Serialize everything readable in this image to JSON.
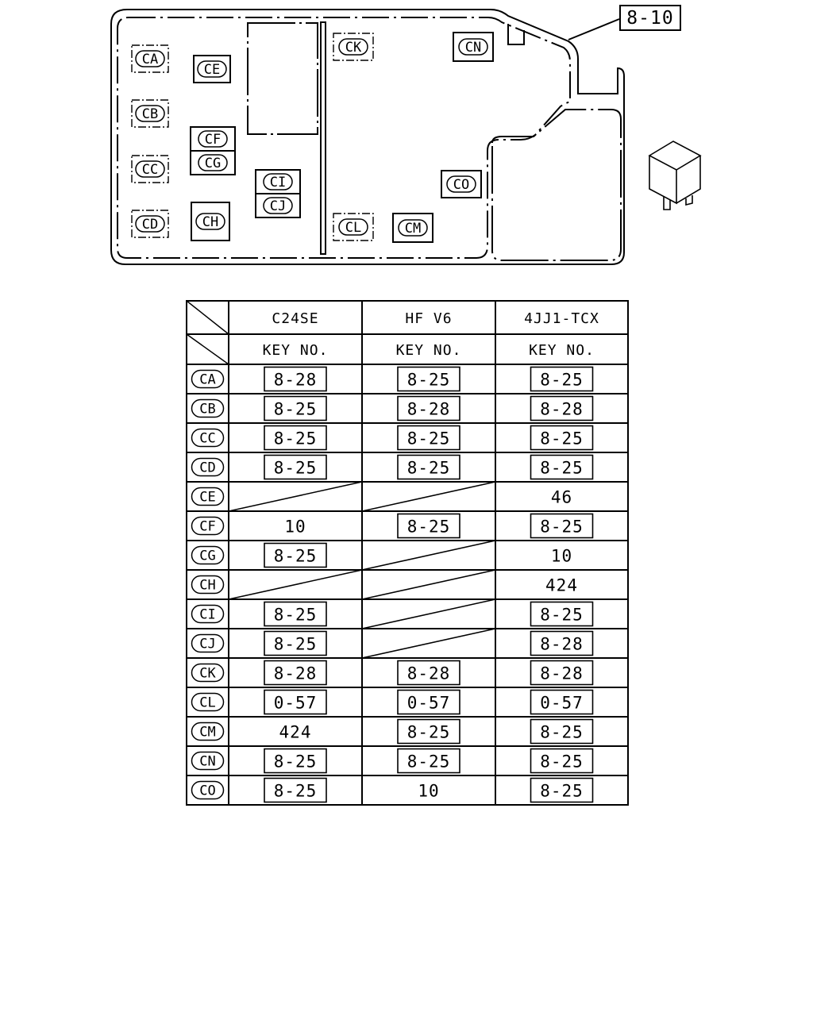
{
  "callout": {
    "label": "8-10"
  },
  "diagram": {
    "slots": [
      "CA",
      "CB",
      "CC",
      "CD",
      "CE",
      "CF",
      "CG",
      "CH",
      "CI",
      "CJ",
      "CK",
      "CL",
      "CM",
      "CN",
      "CO"
    ]
  },
  "table": {
    "columns": [
      {
        "engine": "C24SE",
        "key_label": "KEY NO."
      },
      {
        "engine": "HF V6",
        "key_label": "KEY NO."
      },
      {
        "engine": "4JJ1-TCX",
        "key_label": "KEY NO."
      }
    ],
    "rows": [
      {
        "code": "CA",
        "cells": [
          {
            "value": "8-28",
            "boxed": true
          },
          {
            "value": "8-25",
            "boxed": true
          },
          {
            "value": "8-25",
            "boxed": true
          }
        ]
      },
      {
        "code": "CB",
        "cells": [
          {
            "value": "8-25",
            "boxed": true
          },
          {
            "value": "8-28",
            "boxed": true
          },
          {
            "value": "8-28",
            "boxed": true
          }
        ]
      },
      {
        "code": "CC",
        "cells": [
          {
            "value": "8-25",
            "boxed": true
          },
          {
            "value": "8-25",
            "boxed": true
          },
          {
            "value": "8-25",
            "boxed": true
          }
        ]
      },
      {
        "code": "CD",
        "cells": [
          {
            "value": "8-25",
            "boxed": true
          },
          {
            "value": "8-25",
            "boxed": true
          },
          {
            "value": "8-25",
            "boxed": true
          }
        ]
      },
      {
        "code": "CE",
        "cells": [
          {
            "value": null
          },
          {
            "value": null
          },
          {
            "value": "46",
            "boxed": false
          }
        ]
      },
      {
        "code": "CF",
        "cells": [
          {
            "value": "10",
            "boxed": false
          },
          {
            "value": "8-25",
            "boxed": true
          },
          {
            "value": "8-25",
            "boxed": true
          }
        ]
      },
      {
        "code": "CG",
        "cells": [
          {
            "value": "8-25",
            "boxed": true
          },
          {
            "value": null
          },
          {
            "value": "10",
            "boxed": false
          }
        ]
      },
      {
        "code": "CH",
        "cells": [
          {
            "value": null
          },
          {
            "value": null
          },
          {
            "value": "424",
            "boxed": false
          }
        ]
      },
      {
        "code": "CI",
        "cells": [
          {
            "value": "8-25",
            "boxed": true
          },
          {
            "value": null
          },
          {
            "value": "8-25",
            "boxed": true
          }
        ]
      },
      {
        "code": "CJ",
        "cells": [
          {
            "value": "8-25",
            "boxed": true
          },
          {
            "value": null
          },
          {
            "value": "8-28",
            "boxed": true
          }
        ]
      },
      {
        "code": "CK",
        "cells": [
          {
            "value": "8-28",
            "boxed": true
          },
          {
            "value": "8-28",
            "boxed": true
          },
          {
            "value": "8-28",
            "boxed": true
          }
        ]
      },
      {
        "code": "CL",
        "cells": [
          {
            "value": "0-57",
            "boxed": true
          },
          {
            "value": "0-57",
            "boxed": true
          },
          {
            "value": "0-57",
            "boxed": true
          }
        ]
      },
      {
        "code": "CM",
        "cells": [
          {
            "value": "424",
            "boxed": false
          },
          {
            "value": "8-25",
            "boxed": true
          },
          {
            "value": "8-25",
            "boxed": true
          }
        ]
      },
      {
        "code": "CN",
        "cells": [
          {
            "value": "8-25",
            "boxed": true
          },
          {
            "value": "8-25",
            "boxed": true
          },
          {
            "value": "8-25",
            "boxed": true
          }
        ]
      },
      {
        "code": "CO",
        "cells": [
          {
            "value": "8-25",
            "boxed": true
          },
          {
            "value": "10",
            "boxed": false
          },
          {
            "value": "8-25",
            "boxed": true
          }
        ]
      }
    ]
  }
}
